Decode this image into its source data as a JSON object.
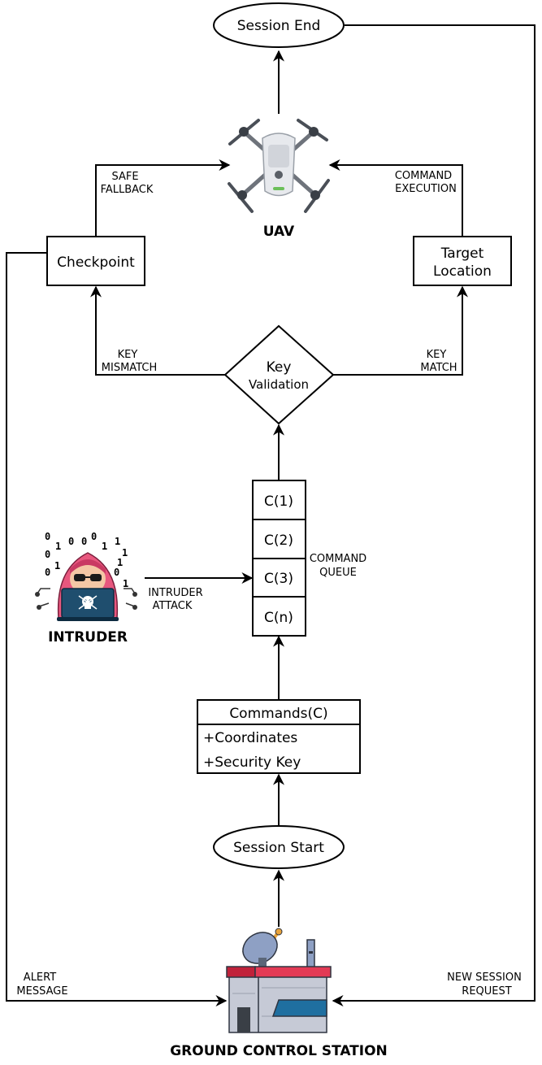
{
  "nodes": {
    "session_end": "Session End",
    "uav_label": "UAV",
    "checkpoint": "Checkpoint",
    "target_location_line1": "Target",
    "target_location_line2": "Location",
    "key_validation_line1": "Key",
    "key_validation_line2": "Validation",
    "queue_items": [
      "C(1)",
      "C(2)",
      "C(3)",
      "C(n)"
    ],
    "intruder_label": "INTRUDER",
    "commands_title": "Commands(C)",
    "commands_field1": "+Coordinates",
    "commands_field2": "+Security Key",
    "session_start": "Session Start",
    "ground_station_label": "GROUND CONTROL STATION"
  },
  "edge_labels": {
    "safe_fallback_line1": "SAFE",
    "safe_fallback_line2": "FALLBACK",
    "command_execution_line1": "COMMAND",
    "command_execution_line2": "EXECUTION",
    "key_mismatch_line1": "KEY",
    "key_mismatch_line2": "MISMATCH",
    "key_match_line1": "KEY",
    "key_match_line2": "MATCH",
    "command_queue_line1": "COMMAND",
    "command_queue_line2": "QUEUE",
    "intruder_attack_line1": "INTRUDER",
    "intruder_attack_line2": "ATTACK",
    "alert_message_line1": "ALERT",
    "alert_message_line2": "MESSAGE",
    "new_session_line1": "NEW SESSION",
    "new_session_line2": "REQUEST"
  },
  "intruder_binary_digits": [
    "0",
    "0",
    "0",
    "1",
    "0",
    "1",
    "0",
    "1",
    "1",
    "1",
    "0",
    "1",
    "1",
    "0"
  ],
  "colors": {
    "hood": "#e8577e",
    "laptop": "#1f4e6e",
    "building_roof": "#c0223a",
    "building_wall": "#c6cad6",
    "building_window": "#1f6fa0",
    "dish": "#8ea0c4",
    "dish_arm": "#e8a33b"
  }
}
